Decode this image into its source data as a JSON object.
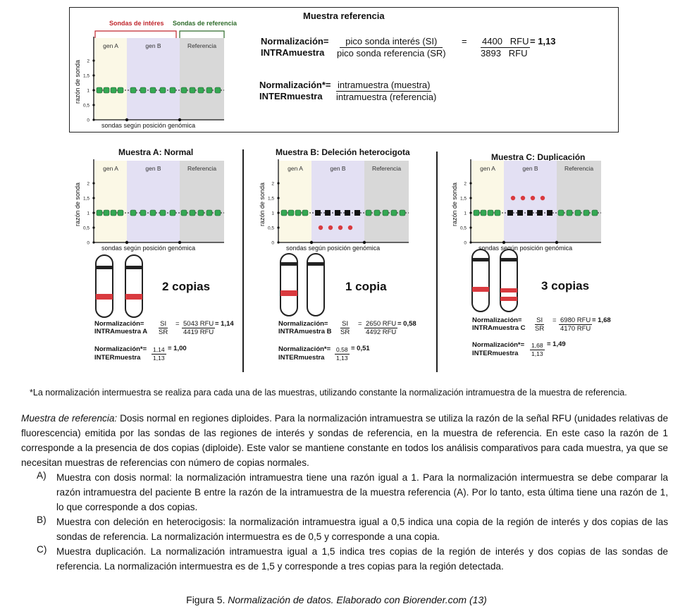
{
  "reference_box": {
    "title": "Muestra referencia",
    "legend_interest": "Sondas de intéres",
    "legend_reference": "Sondas de referencia",
    "region_labels": [
      "gen A",
      "gen B",
      "Referencia"
    ],
    "y_axis_label": "razón de sonda",
    "x_axis_label": "sondas según posición genómica",
    "y_ticks": [
      "0",
      "0,5",
      "1",
      "1,5",
      "2"
    ],
    "intra_label_line1": "Normalización=",
    "intra_label_line2": "INTRAmuestra",
    "intra_num": "pico sonda interés (SI)",
    "intra_den": "pico sonda referencia (SR)",
    "equals": "=",
    "intra_val_num": "4400   RFU",
    "intra_val_den": "3893   RFU",
    "intra_result": "= 1,13",
    "inter_label_line1": "Normalización*=",
    "inter_label_line2": "INTERmuestra",
    "inter_num": "intramuestra (muestra)",
    "inter_den": "intramuestra (referencia)"
  },
  "panels": [
    {
      "title": "Muestra A: Normal",
      "copies": "2 copias",
      "intra_label1": "Normalización=",
      "intra_label2": "INTRAmuestra A",
      "si": "SI",
      "sr": "SR",
      "eq": "=",
      "rfu_num": "5043 RFU",
      "rfu_den": "4419 RFU",
      "intra_result": "= 1,14",
      "inter_label1": "Normalización*=",
      "inter_label2": "INTERmuestra",
      "inter_num": "1,14",
      "inter_den": "1,13",
      "inter_result": "= 1,00",
      "gene_b_ratio": 1
    },
    {
      "title": "Muestra B: Deleción heterocigota",
      "copies": "1 copia",
      "intra_label1": "Normalización=",
      "intra_label2": "INTRAmuestra B",
      "si": "SI",
      "sr": "SR",
      "eq": "=",
      "rfu_num": "2650 RFU",
      "rfu_den": "4492 RFU",
      "intra_result": "= 0,58",
      "inter_label1": "Normalización*=",
      "inter_label2": "INTERmuestra",
      "inter_num": "0,58",
      "inter_den": "1,13",
      "inter_result": "= 0,51",
      "gene_b_ratio": 0.5
    },
    {
      "title": "Muestra C: Duplicación",
      "copies": "3 copias",
      "intra_label1": "Normalización=",
      "intra_label2": "INTRAmuestra C",
      "si": "SI",
      "sr": "SR",
      "eq": "=",
      "rfu_num": "6980 RFU",
      "rfu_den": "4170 RFU",
      "intra_result": "= 1,68",
      "inter_label1": "Normalización*=",
      "inter_label2": "INTERmuestra",
      "inter_num": "1,68",
      "inter_den": "1,13",
      "inter_result": "= 1,49",
      "gene_b_ratio": 1.5
    }
  ],
  "footnote": "*La normalización intermuestra se realiza para cada una de las muestras, utilizando constante la normalización intramuestra de la muestra de referencia.",
  "body": {
    "intro_label": "Muestra de referencia:",
    "intro_text": " Dosis normal en regiones diploides. Para la normalización intramuestra se utiliza la razón de la señal RFU (unidades relativas de fluorescencia) emitida por las sondas de las regiones de interés y sondas de referencia, en la muestra de referencia. En este caso la razón de 1 corresponde a la presencia de dos copias (diploide). Este valor se mantiene constante en todos los análisis comparativos para cada muestra, ya que se necesitan muestras de referencias con número de copias normales.",
    "items": [
      {
        "label": "A)",
        "text": "Muestra con dosis normal: la normalización intramuestra tiene una razón igual a 1. Para la normalización intermuestra se debe comparar la razón intramuestra del paciente B entre la razón de la intramuestra de la muestra referencia (A). Por lo tanto, esta última tiene una razón de 1, lo que corresponde a dos copias."
      },
      {
        "label": "B)",
        "text": "Muestra con deleción en heterocigosis: la normalización intramuestra igual a 0,5 indica una copia de la región de interés y dos copias de las sondas de referencia. La normalización intermuestra es de 0,5 y corresponde a una copia."
      },
      {
        "label": "C)",
        "text": "Muestra duplicación. La normalización intramuestra igual a 1,5 indica tres copias de la región de interés y dos copias de las sondas de referencia. La normalización intermuestra es de 1,5 y corresponde a tres copias para la región detectada."
      }
    ]
  },
  "caption_prefix": "Figura 5. ",
  "caption_italic": "Normalización de datos. Elaborado con Biorender.com (13)",
  "colors": {
    "gene_a_bg": "#fbf8e6",
    "gene_b_bg": "#e3e0f3",
    "ref_bg": "#d8d8d8",
    "green_probe": "#35a853",
    "red_probe": "#d93a3f",
    "interest_legend": "#c0262d",
    "reference_legend": "#2e6b2a"
  }
}
